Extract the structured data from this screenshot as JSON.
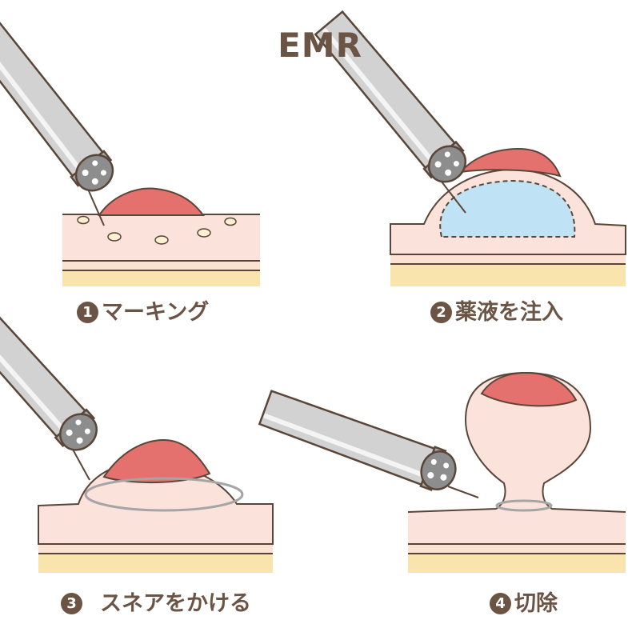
{
  "title": "EMR",
  "steps": [
    {
      "num": "1",
      "label": "マーキング"
    },
    {
      "num": "2",
      "label": "薬液を注入"
    },
    {
      "num": "3",
      "label": "スネアをかける"
    },
    {
      "num": "4",
      "label": "切除"
    }
  ],
  "colors": {
    "text": "#6b5444",
    "outline": "#5a4638",
    "mucosa": "#fbe3dc",
    "muscle": "#fbe2d2",
    "base": "#fae4ae",
    "lesion": "#e4716e",
    "injected_fluid": "#bfe2f4",
    "marking_dot": "#fbf1d0",
    "scope_body": "#cfcfcf",
    "scope_tip": "#9e9e9e",
    "snare_wire": "#a5a5a5"
  },
  "icons": [
    "endoscope-icon",
    "needle-icon",
    "snare-icon"
  ]
}
